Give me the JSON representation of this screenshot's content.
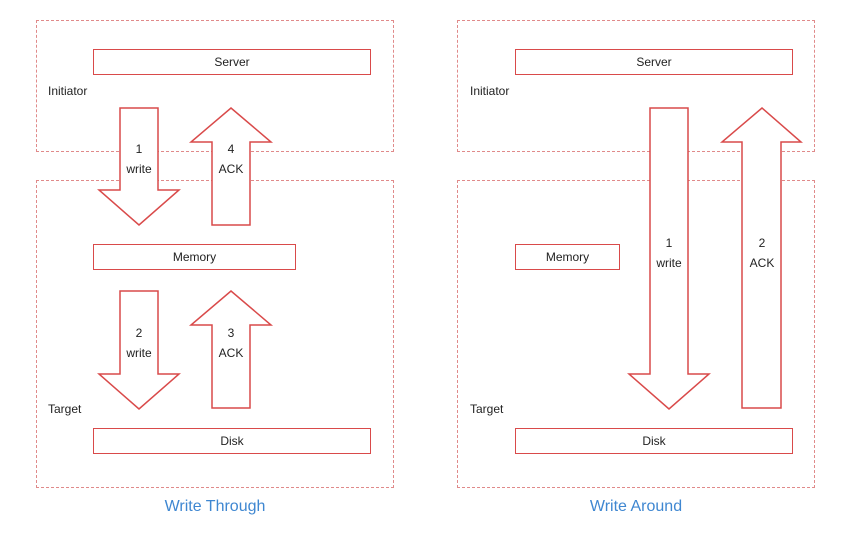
{
  "through": {
    "initiator_label": "Initiator",
    "target_label": "Target",
    "server": "Server",
    "memory": "Memory",
    "disk": "Disk",
    "arrow1": {
      "num": "1",
      "label": "write"
    },
    "arrow2": {
      "num": "4",
      "label": "ACK"
    },
    "arrow3": {
      "num": "2",
      "label": "write"
    },
    "arrow4": {
      "num": "3",
      "label": "ACK"
    },
    "caption": "Write Through"
  },
  "around": {
    "initiator_label": "Initiator",
    "target_label": "Target",
    "server": "Server",
    "memory": "Memory",
    "disk": "Disk",
    "arrow1": {
      "num": "1",
      "label": "write"
    },
    "arrow2": {
      "num": "2",
      "label": "ACK"
    },
    "caption": "Write Around"
  },
  "colors": {
    "box_border": "#d94a4a",
    "zone_border": "#e08a8a",
    "caption": "#3f87d1"
  }
}
